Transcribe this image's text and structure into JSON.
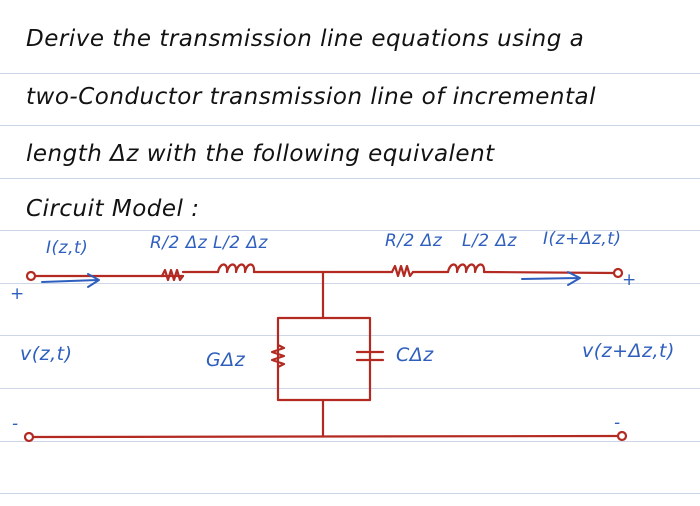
{
  "problem": {
    "line1": "Derive the transmission line equations using a",
    "line2": "two-Conductor transmission line of incremental",
    "line3": "length Δz with the following equivalent",
    "line4": "Circuit Model :"
  },
  "labels": {
    "current_in": "I(z,t)",
    "r_left": "R/2 Δz",
    "l_left": "L/2 Δz",
    "r_right": "R/2 Δz",
    "l_right": "L/2 Δz",
    "current_out": "I(z+Δz,t)",
    "v_in": "v(z,t)",
    "v_out": "v(z+Δz,t)",
    "conductance": "GΔz",
    "capacitance": "CΔz",
    "plus_left": "+",
    "plus_right": "+",
    "minus_left": "-",
    "minus_right": "-"
  },
  "colors": {
    "ink_black": "#121212",
    "ink_blue": "#2f5fbe",
    "ink_red": "#b32a22",
    "rule_line": "#cdd6e6"
  }
}
